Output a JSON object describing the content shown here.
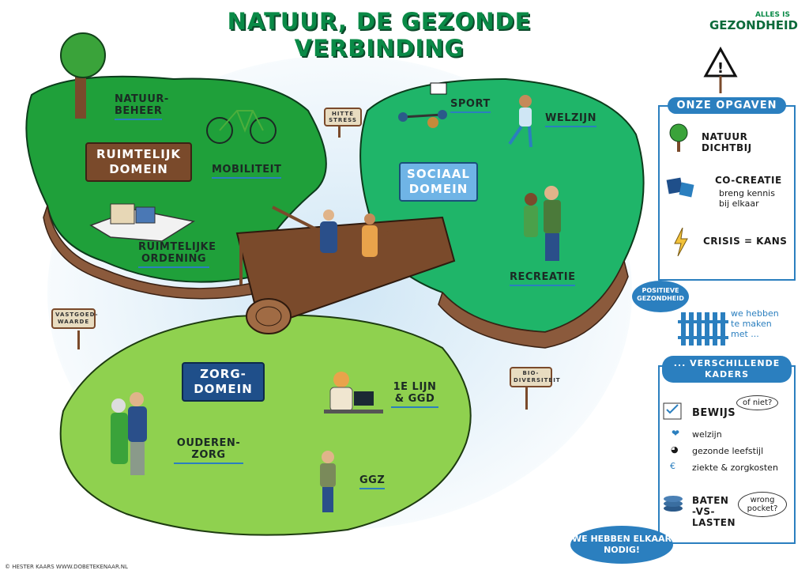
{
  "header": {
    "title": "NATUUR, DE GEZONDE VERBINDING",
    "brand_small": "ALLES IS",
    "brand": "GEZONDHEID"
  },
  "islands": {
    "ruimtelijk": {
      "sign": "RUIMTELIJK DOMEIN",
      "labels": [
        "NATUUR-BEHEER",
        "MOBILITEIT",
        "RUIMTELIJKE ORDENING"
      ]
    },
    "sociaal": {
      "sign": "SOCIAAL DOMEIN",
      "labels": [
        "SPORT",
        "WELZIJN",
        "RECREATIE"
      ]
    },
    "zorg": {
      "sign": "ZORG-DOMEIN",
      "labels": [
        "OUDEREN-ZORG",
        "1E LIJN & GGD",
        "GGZ"
      ]
    }
  },
  "small_signs": {
    "hittestress": "HITTE STRESS",
    "vastgoed": "VASTGOED-WAARDE",
    "biodiversiteit": "BIO-DIVERSITEIT"
  },
  "opgaven": {
    "heading": "ONZE OPGAVEN",
    "items": [
      {
        "title": "NATUUR DICHTBIJ",
        "sub": ""
      },
      {
        "title": "CO-CREATIE",
        "sub": "breng kennis bij elkaar"
      },
      {
        "title": "CRISIS = KANS",
        "sub": ""
      }
    ]
  },
  "bubbles": {
    "positieve": "POSITIEVE GEZONDHEID",
    "nodig": "WE HEBBEN ELKAAR NODIG!"
  },
  "maken": "we hebben te maken met ...",
  "kaders": {
    "heading": "... VERSCHILLENDE KADERS",
    "bewijs": "BEWIJS",
    "bewijs_note": "of niet?",
    "items": [
      "welzijn",
      "gezonde leefstijl",
      "ziekte & zorgkosten"
    ],
    "baten": "BATEN -VS- LASTEN",
    "baten_note": "wrong pocket?"
  },
  "footer": "© HESTER KAARS  WWW.DOBETEKENAAR.NL",
  "colors": {
    "title_green": "#0a8a47",
    "island_dark": "#1fa03a",
    "island_teal": "#1fb569",
    "island_light": "#8fd14f",
    "accent_blue": "#2b7fbf",
    "wood": "#7a4a2b"
  }
}
